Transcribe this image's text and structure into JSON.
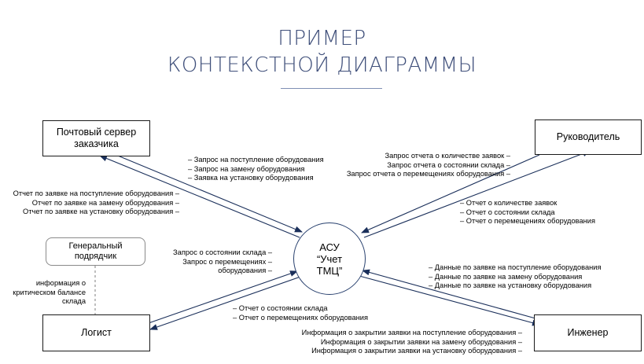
{
  "title": {
    "line1": "ПРИМЕР",
    "line2": "КОНТЕКСТНОЙ ДИАГРАММЫ"
  },
  "center_node": {
    "line1": "АСУ",
    "line2": "“Учет",
    "line3": "ТМЦ”"
  },
  "entities": {
    "mail_server": {
      "line1": "Почтовый сервер",
      "line2": "заказчика"
    },
    "director": "Руководитель",
    "contractor": {
      "line1": "Генеральный",
      "line2": "подрядчик"
    },
    "logist": "Логист",
    "engineer": "Инженер"
  },
  "flows": {
    "mail_to_asu": [
      "– Запрос на поступление оборудования",
      "– Запрос на замену оборудования",
      "– Заявка на установку оборудования"
    ],
    "asu_to_mail": [
      "Отчет по заявке на поступление оборудования –",
      "Отчет по заявке на замену оборудования –",
      "Отчет по заявке на установку оборудования –"
    ],
    "director_to_asu": [
      "Запрос отчета о количестве заявок –",
      "Запрос отчета о состоянии склада –",
      "Запрос отчета о перемещениях оборудования –"
    ],
    "asu_to_director": [
      "– Отчет о количестве заявок",
      "– Отчет о состоянии склада",
      "– Отчет о перемещениях оборудования"
    ],
    "logist_to_asu": [
      "Запрос о состоянии склада –",
      "Запрос о перемещениях –",
      "оборудования –"
    ],
    "asu_to_logist": [
      "– Отчет о состоянии склада",
      "– Отчет о перемещениях оборудования"
    ],
    "asu_to_engineer": [
      "– Данные по заявке на поступление оборудования",
      "– Данные по заявке на замену оборудования",
      "– Данные по заявке на установку оборудования"
    ],
    "engineer_to_asu": [
      "Информация о закрытии заявки на поступление оборудования –",
      "Информация о закрытии заявки на замену оборудования –",
      "Информация о закрытии заявки на установку оборудования –"
    ],
    "contractor_to_logist": [
      "информация о",
      "критическом балансе",
      "склада"
    ]
  }
}
